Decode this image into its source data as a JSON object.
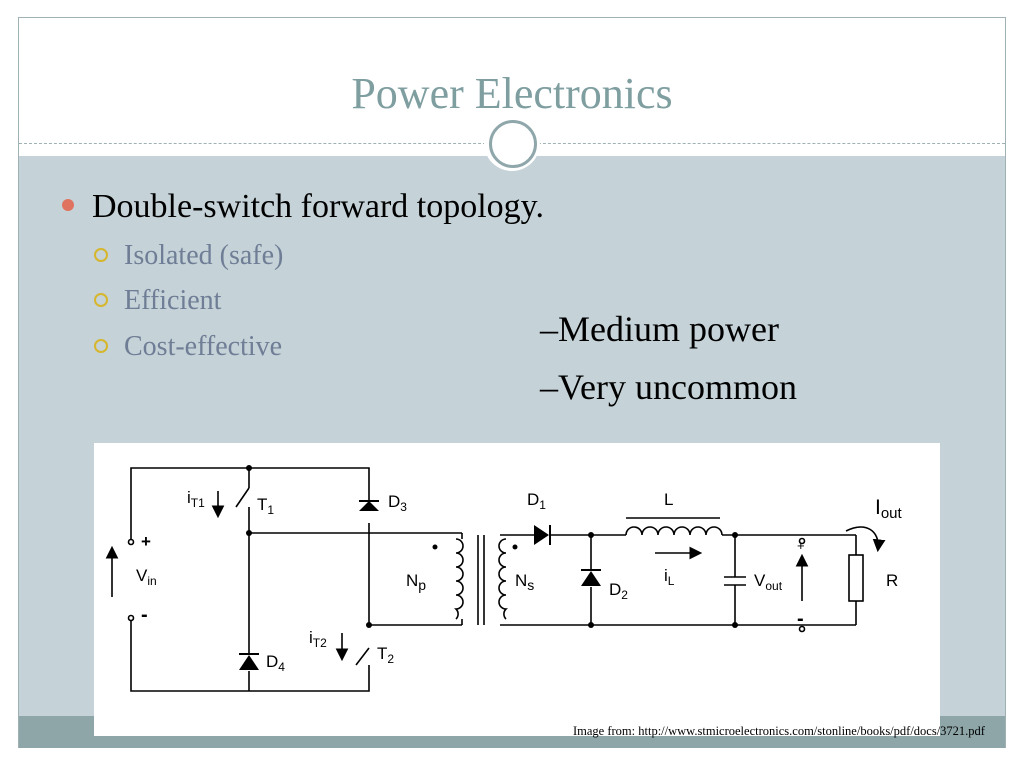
{
  "slide": {
    "title": "Power Electronics",
    "main_bullet": "Double-switch forward topology.",
    "sub_bullets": [
      "Isolated (safe)",
      "Efficient",
      "Cost-effective"
    ],
    "side_points": [
      "–Medium power",
      "–Very uncommon"
    ],
    "caption": "Image from: http://www.stmicroelectronics.com/stonline/books/pdf/docs/3721.pdf"
  },
  "diagram": {
    "labels": {
      "it1_main": "i",
      "it1_sub": "T1",
      "t1_main": "T",
      "t1_sub": "1",
      "d3_main": "D",
      "d3_sub": "3",
      "d1_main": "D",
      "d1_sub": "1",
      "l": "L",
      "iout_main": "I",
      "iout_sub": "out",
      "vin_main": "V",
      "vin_sub": "in",
      "np_main": "N",
      "np_sub": "p",
      "ns_main": "N",
      "ns_sub": "s",
      "d2_main": "D",
      "d2_sub": "2",
      "il_main": "i",
      "il_sub": "L",
      "vout_main": "V",
      "vout_sub": "out",
      "r": "R",
      "it2_main": "i",
      "it2_sub": "T2",
      "t2_main": "T",
      "t2_sub": "2",
      "d4_main": "D",
      "d4_sub": "4",
      "plus": "+",
      "minus": "-"
    }
  },
  "colors": {
    "title": "#7f9ea0",
    "bullet": "#e0735f",
    "sub_text": "#6f7d96",
    "sub_ring": "#d6b62c",
    "background": "#c5d2d7",
    "footer": "#8ea6a8"
  }
}
